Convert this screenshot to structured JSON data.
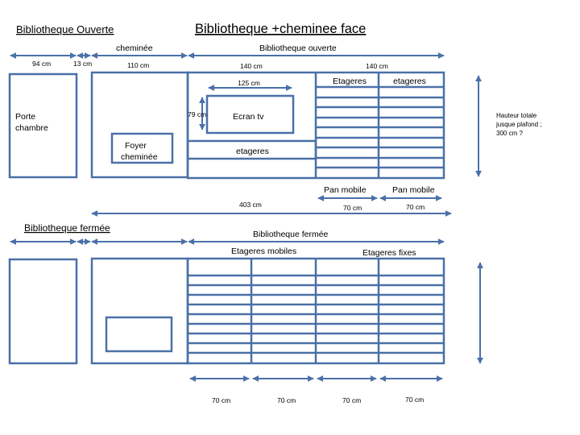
{
  "colors": {
    "line": "#4a70a8",
    "text": "#000000",
    "background": "#ffffff"
  },
  "titles": {
    "open_library": "Bibliotheque Ouverte",
    "main": "Bibliotheque +cheminee face",
    "closed_library": "Bibliotheque fermée"
  },
  "open_view": {
    "header_chimney": "cheminée",
    "header_library": "Bibliotheque ouverte",
    "dim_door": "94 cm",
    "dim_gap": "13 cm",
    "dim_chimney": "110 cm",
    "dim_library_left": "140 cm",
    "dim_library_right": "140 cm",
    "dim_tv_width": "125 cm",
    "dim_tv_height": "79 cm",
    "door_label_line1": "Porte",
    "door_label_line2": "chambre",
    "fireplace_line1": "Foyer",
    "fireplace_line2": "cheminée",
    "tv_label": "Ecran tv",
    "shelves_under_tv": "etageres",
    "shelves_col1": "Etageres",
    "shelves_col2": "etageres",
    "height_note_line1": "Hauteur totale",
    "height_note_line2": "jusque plafond ;",
    "height_note_line3": "300 cm ?",
    "mobile_panel_1": "Pan mobile",
    "mobile_panel_2": "Pan mobile",
    "dim_panel_1": "70 cm",
    "dim_panel_2": "70 cm",
    "dim_total": "403 cm"
  },
  "closed_view": {
    "header_library": "Bibliotheque  fermée",
    "mobile_shelves": "Etageres  mobiles",
    "fixed_shelves": "Etageres fixes",
    "dims_bottom": [
      "70 cm",
      "70 cm",
      "70 cm",
      "70 cm"
    ]
  }
}
